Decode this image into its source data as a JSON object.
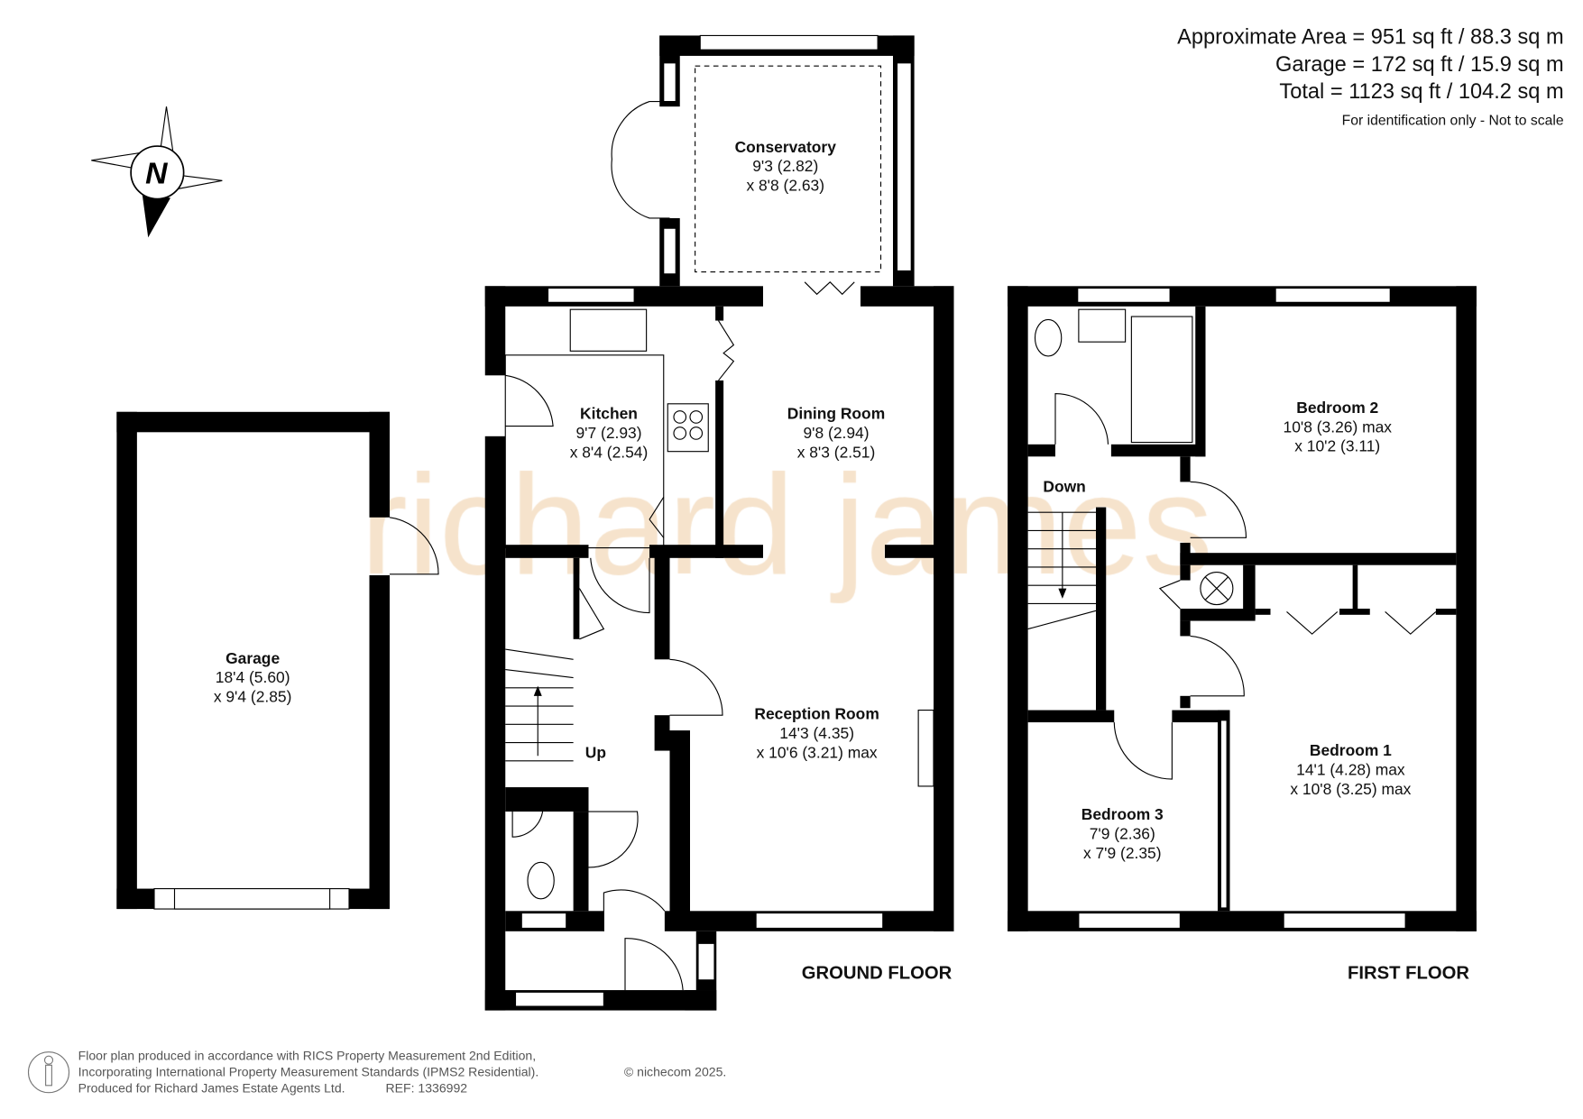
{
  "watermark": "richard james",
  "areas": {
    "approximate": "Approximate Area = 951 sq ft / 88.3 sq m",
    "garage": "Garage = 172 sq ft / 15.9 sq m",
    "total": "Total = 1123 sq ft / 104.2 sq m",
    "note": "For identification only - Not to scale"
  },
  "compass": {
    "label": "N"
  },
  "garage": {
    "name": "Garage",
    "dim1": "18'4 (5.60)",
    "dim2": "x 9'4 (2.85)"
  },
  "ground_floor": {
    "title": "GROUND FLOOR",
    "rooms": {
      "conservatory": {
        "name": "Conservatory",
        "dim1": "9'3 (2.82)",
        "dim2": "x 8'8 (2.63)"
      },
      "kitchen": {
        "name": "Kitchen",
        "dim1": "9'7 (2.93)",
        "dim2": "x 8'4 (2.54)"
      },
      "dining": {
        "name": "Dining Room",
        "dim1": "9'8 (2.94)",
        "dim2": "x 8'3 (2.51)"
      },
      "reception": {
        "name": "Reception Room",
        "dim1": "14'3 (4.35)",
        "dim2": "x 10'6 (3.21) max"
      }
    },
    "stairs_label": "Up"
  },
  "first_floor": {
    "title": "FIRST FLOOR",
    "rooms": {
      "bedroom2": {
        "name": "Bedroom 2",
        "dim1": "10'8 (3.26) max",
        "dim2": "x 10'2 (3.11)"
      },
      "bedroom1": {
        "name": "Bedroom 1",
        "dim1": "14'1 (4.28) max",
        "dim2": "x 10'8 (3.25) max"
      },
      "bedroom3": {
        "name": "Bedroom 3",
        "dim1": "7'9 (2.36)",
        "dim2": "x 7'9 (2.35)"
      }
    },
    "stairs_label": "Down"
  },
  "footer": {
    "line1": "Floor plan produced in accordance with RICS Property Measurement 2nd Edition,",
    "line2": "Incorporating International Property Measurement Standards (IPMS2 Residential).",
    "copyright": "© nichecom 2025.",
    "line3": "Produced for Richard James Estate Agents Ltd.",
    "ref": "REF: 1336992"
  }
}
